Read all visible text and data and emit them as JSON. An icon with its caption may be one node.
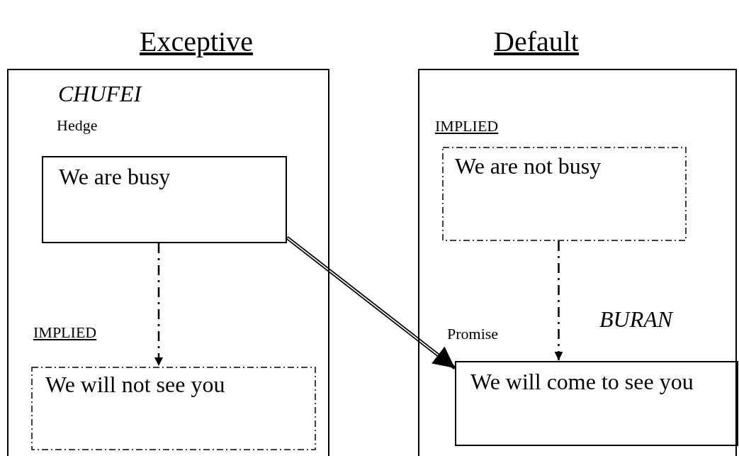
{
  "diagram": {
    "nodes": [
      {
        "text": [
          "Exceptive",
          "CHUFEI",
          "Hedge"
        ]
      },
      {
        "text": [
          "We are busy"
        ],
        "in": 0
      },
      {
        "text": [
          "IMPLIED",
          "We will not see you"
        ],
        "in": 0
      },
      {
        "text": [
          "Default"
        ]
      },
      {
        "text": [
          "IMPLIED",
          "We are not busy"
        ],
        "in": 3
      },
      {
        "text": [
          "We will come to see you"
        ],
        "in": 3,
        "beside": [
          "Promise",
          "BURAN"
        ]
      }
    ],
    "edges": [
      {
        "from": 1,
        "to": 2,
        "arrow": "to",
        "style": "dashed"
      },
      {
        "from": 4,
        "to": 5,
        "arrow": "to",
        "style": "dashed"
      },
      {
        "from": 1,
        "to": 5,
        "arrow": "to",
        "style": "thick"
      }
    ]
  }
}
